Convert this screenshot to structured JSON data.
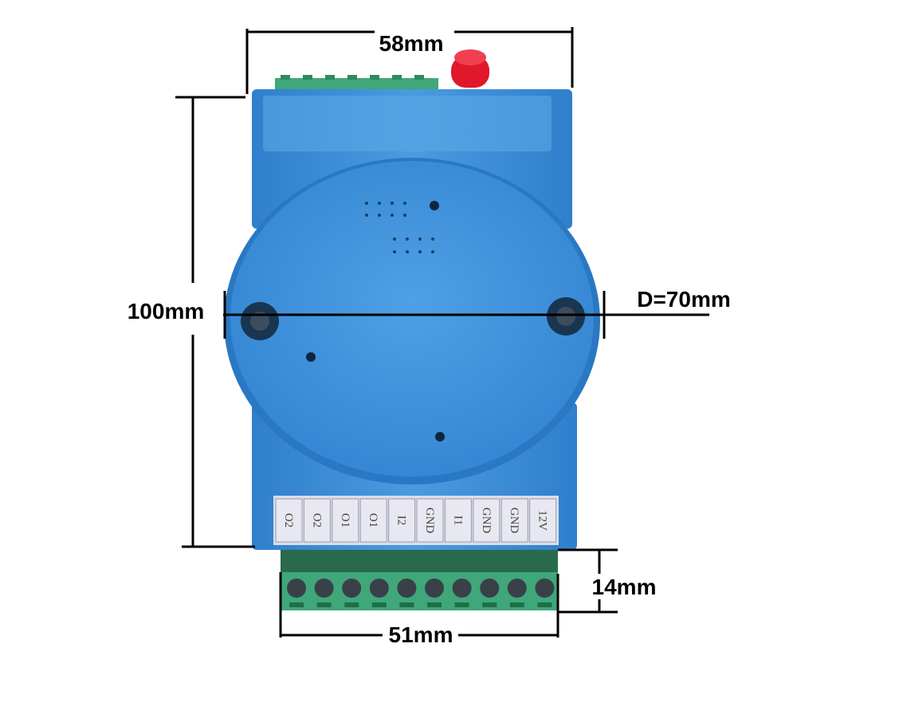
{
  "dimensions": {
    "width": "58mm",
    "height": "100mm",
    "diameter": "D=70mm",
    "terminal_depth": "14mm",
    "terminal_width": "51mm"
  },
  "terminal_labels": [
    "O2",
    "O2",
    "O1",
    "O1",
    "I2",
    "GND",
    "I1",
    "GND",
    "GND",
    "12V"
  ],
  "colors": {
    "body": "#3a8fd8",
    "terminal": "#3fa77a",
    "antenna": "#e0182a"
  }
}
